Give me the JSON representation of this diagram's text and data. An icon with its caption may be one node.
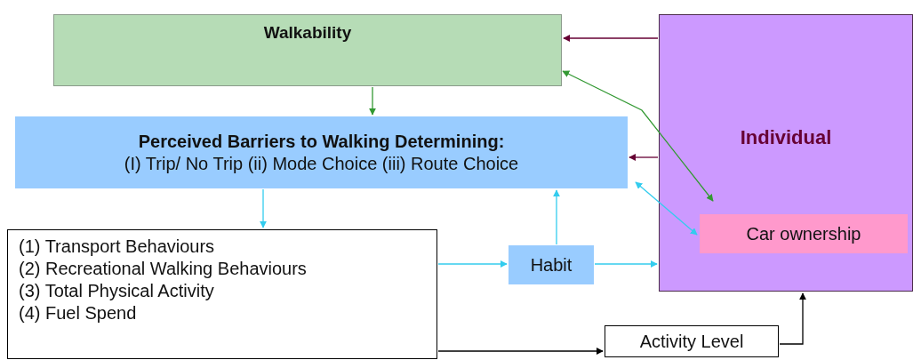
{
  "diagram": {
    "nodes": [
      {
        "text": [
          "Walkability"
        ]
      },
      {
        "text": [
          "Perceived Barriers to Walking Determining:",
          "(I) Trip/ No Trip (ii) Mode Choice (iii) Route Choice"
        ]
      },
      {
        "text": [
          "(1) Transport Behaviours",
          "(2) Recreational Walking Behaviours",
          "(3) Total Physical Activity",
          "(4) Fuel Spend"
        ]
      },
      {
        "text": [
          "Habit"
        ]
      },
      {
        "text": [
          "Individual"
        ]
      },
      {
        "text": [
          "Car ownership"
        ],
        "in": 4
      },
      {
        "text": [
          "Activity Level"
        ]
      }
    ],
    "edges": [
      {
        "from": 0,
        "to": 1,
        "arrow": "to",
        "color": "#339933"
      },
      {
        "from": 4,
        "to": 0,
        "arrow": "to",
        "color": "#660033"
      },
      {
        "from": 4,
        "to": 1,
        "arrow": "to",
        "color": "#660033"
      },
      {
        "from": 0,
        "to": 5,
        "arrow": "both",
        "color": "#339933"
      },
      {
        "from": 1,
        "to": 5,
        "arrow": "both"
      },
      {
        "from": 1,
        "to": 2,
        "arrow": "to"
      },
      {
        "from": 2,
        "to": 3,
        "arrow": "to"
      },
      {
        "from": 3,
        "to": 1,
        "arrow": "to"
      },
      {
        "from": 3,
        "to": 4,
        "arrow": "to"
      },
      {
        "from": 2,
        "to": 6,
        "arrow": "to",
        "color": "#000000"
      },
      {
        "from": 6,
        "to": 4,
        "arrow": "to",
        "color": "#000000"
      }
    ]
  }
}
